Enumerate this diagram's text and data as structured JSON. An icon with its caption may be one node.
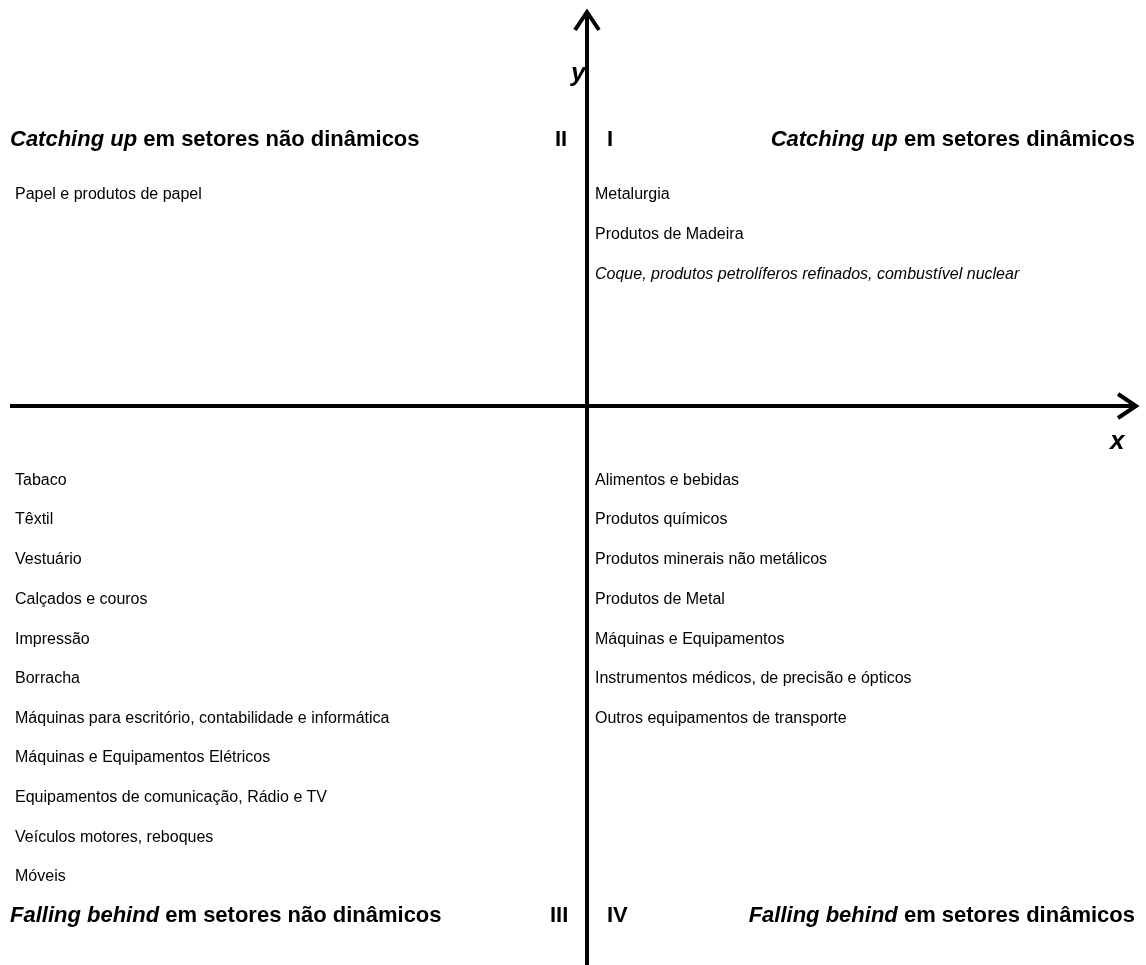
{
  "diagram": {
    "labels": [
      "y",
      "*Catching up* em setores não dinâmicos",
      "II",
      "I",
      "*Catching up* em setores dinâmicos",
      "Papel e produtos de papel",
      "Metalurgia",
      "Produtos de Madeira",
      "Coque, produtos petrolíferos refinados, combustível nuclear",
      "x",
      "Tabaco",
      "Têxtil",
      "Vestuário",
      "Calçados e couros",
      "Impressão",
      "Borracha",
      "Máquinas para escritório, contabilidade e informática",
      "Máquinas e Equipamentos Elétricos",
      "Equipamentos de comunicação, Rádio e TV",
      "Veículos motores, reboques",
      "Móveis",
      "Alimentos e bebidas",
      "Produtos químicos",
      "Produtos minerais não metálicos",
      "Produtos de Metal",
      "Máquinas e Equipamentos",
      "Instrumentos médicos, de precisão e ópticos",
      "Outros equipamentos de transporte",
      "*Falling behind* em setores não dinâmicos",
      "III",
      "IV",
      "*Falling behind* em setores dinâmicos"
    ]
  }
}
